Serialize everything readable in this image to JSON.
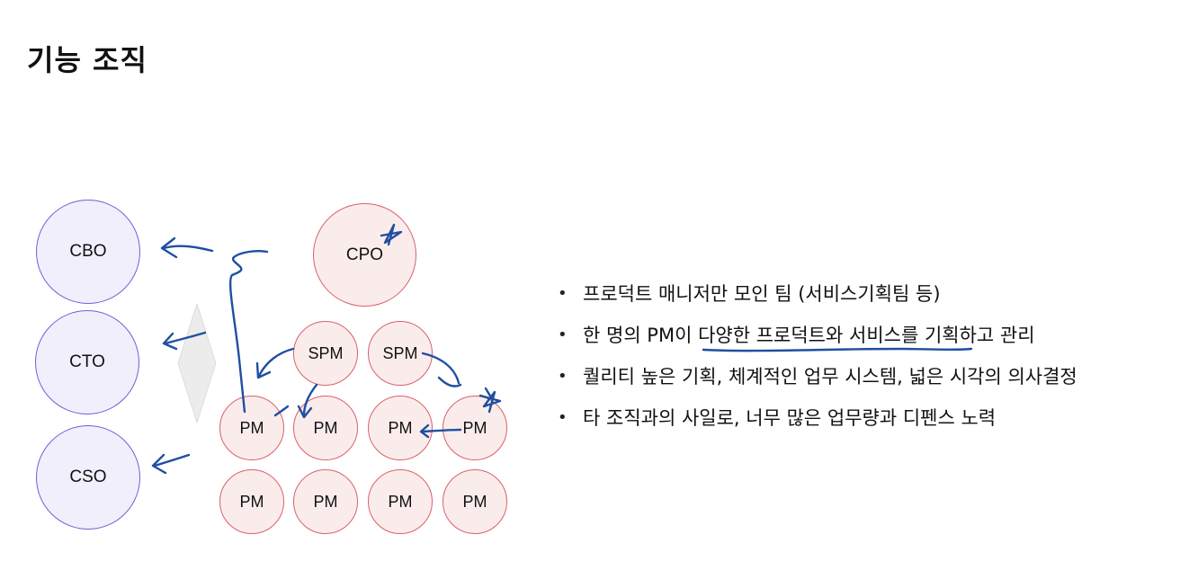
{
  "title": "기능 조직",
  "org": {
    "executives": [
      "CBO",
      "CTO",
      "CSO"
    ],
    "cpo": "CPO",
    "spm": [
      "SPM",
      "SPM"
    ],
    "pm_row1": [
      "PM",
      "PM",
      "PM",
      "PM"
    ],
    "pm_row2": [
      "PM",
      "PM",
      "PM",
      "PM"
    ]
  },
  "bullets": [
    "프로덕트 매니저만 모인 팀 (서비스기획팀 등)",
    "한 명의 PM이 다양한 프로덕트와 서비스를 기획하고 관리",
    "퀄리티 높은 기획, 체계적인 업무 시스템, 넓은 시각의 의사결정",
    "타 조직과의 사일로, 너무 많은 업무량과 디펜스 노력"
  ],
  "colors": {
    "exec_fill": "#f1effb",
    "exec_border": "#6b62d8",
    "product_fill": "#fbecec",
    "product_border": "#d9616a",
    "ink": "#1f4fa0"
  }
}
